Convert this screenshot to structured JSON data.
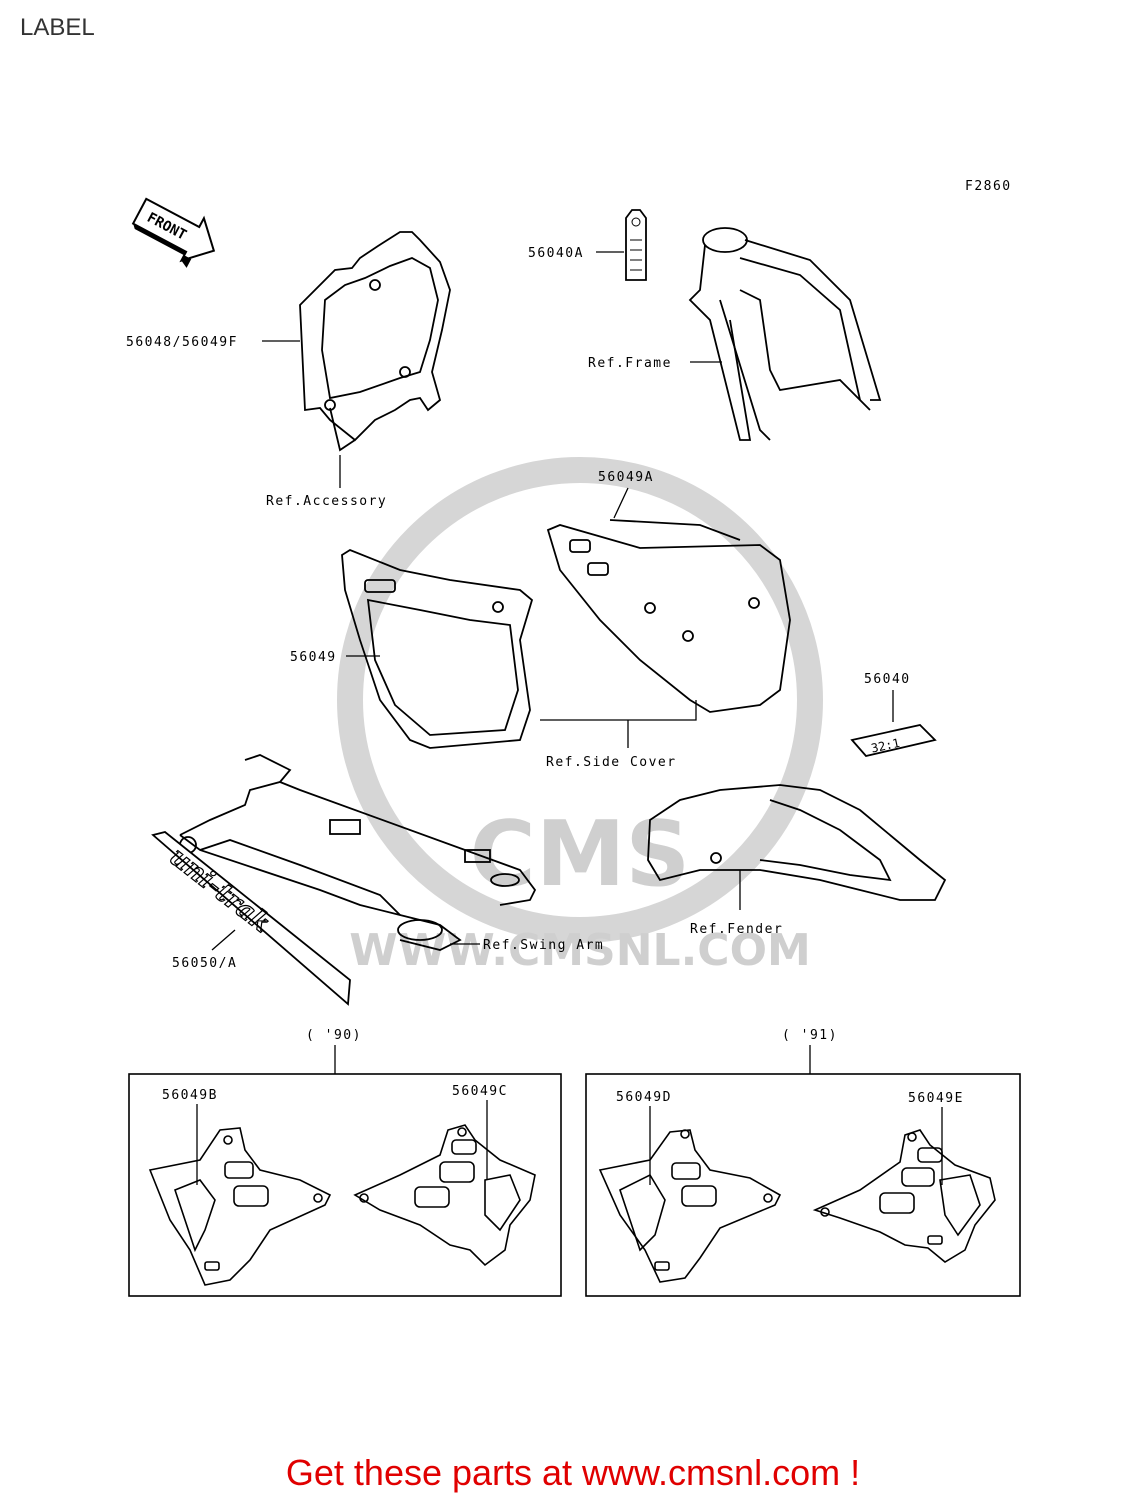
{
  "page": {
    "title": "LABEL"
  },
  "figure_code": "F2860",
  "front_arrow": "FRONT",
  "callouts": {
    "p56040A": "56040A",
    "p56048": "56048/56049F",
    "ref_frame": "Ref.Frame",
    "ref_accessory": "Ref.Accessory",
    "p56049A": "56049A",
    "p56049": "56049",
    "p56040": "56040",
    "ref_side_cover": "Ref.Side Cover",
    "ref_fender": "Ref.Fender",
    "ref_swing_arm": "Ref.Swing Arm",
    "p56050": "56050/A",
    "year_90": "( '90)",
    "year_91": "( '91)",
    "p56049B": "56049B",
    "p56049C": "56049C",
    "p56049D": "56049D",
    "p56049E": "56049E"
  },
  "sticker_texts": {
    "ratio_label": "32:1",
    "swingarm_decal": "uni-trak"
  },
  "watermark": {
    "brand": "CMS",
    "url": "WWW.CMSNL.COM"
  },
  "footer": {
    "link_text": "Get these parts at www.cmsnl.com !"
  },
  "colors": {
    "footer_text": "#e00000",
    "line_art": "#000000",
    "watermark": "#cfcfcf"
  }
}
